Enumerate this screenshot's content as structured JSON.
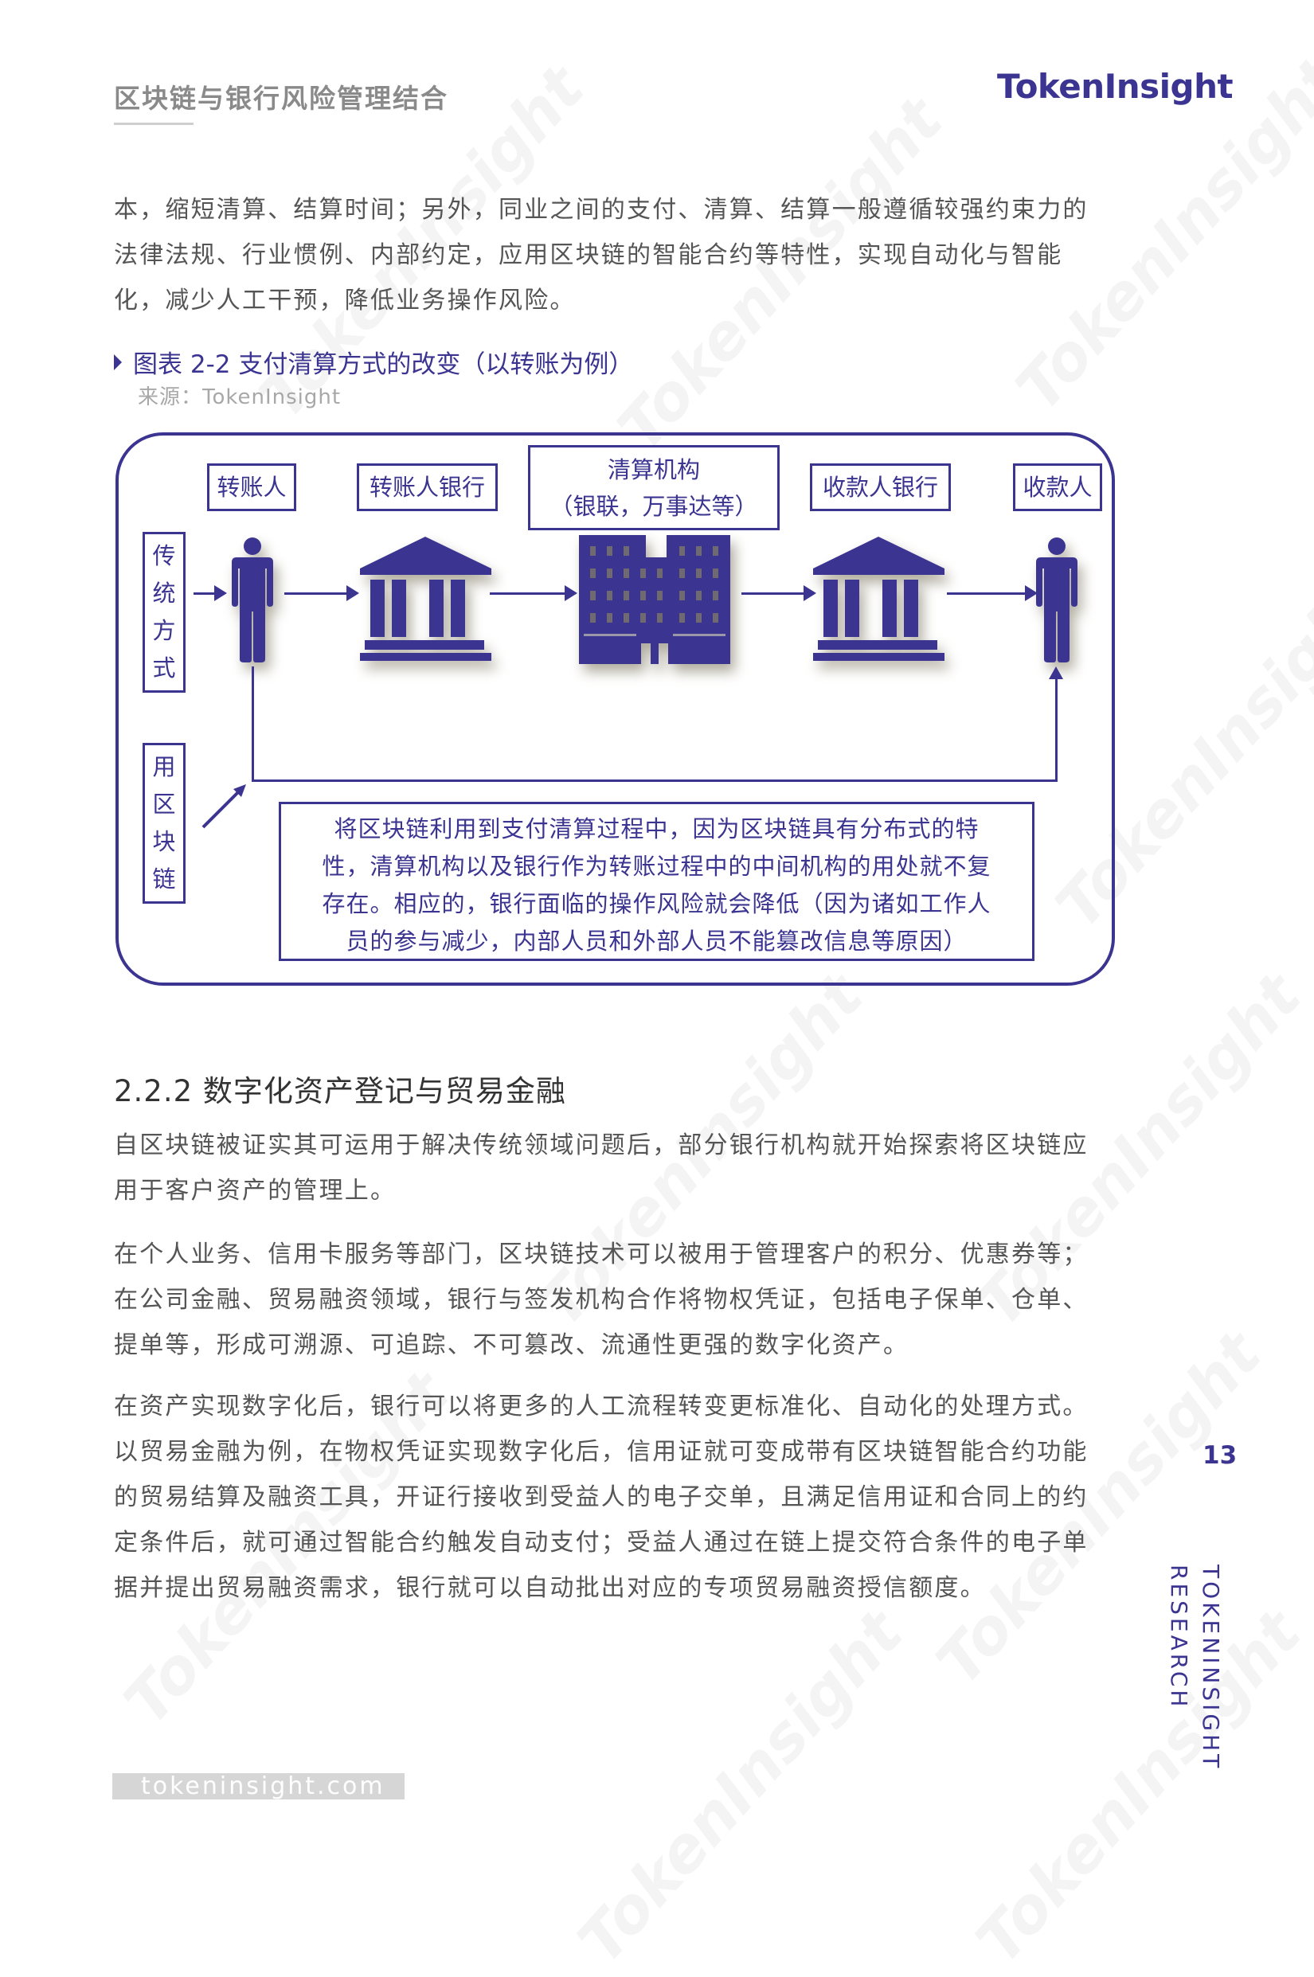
{
  "header": {
    "title": "区块链与银行风险管理结合",
    "logo": "TokenInsight"
  },
  "intro_paragraph": {
    "lines": [
      "本，缩短清算、结算时间；另外，同业之间的支付、清算、结算一般遵循较强约束力的",
      "法律法规、行业惯例、内部约定，应用区块链的智能合约等特性，实现自动化与智能",
      "化，减少人工干预，降低业务操作风险。"
    ]
  },
  "figure": {
    "title": "图表 2-2 支付清算方式的改变（以转账为例）",
    "source": "来源：TokenInsight",
    "row_labels": {
      "traditional": [
        "传",
        "统",
        "方",
        "式"
      ],
      "blockchain": [
        "用",
        "区",
        "块",
        "链"
      ]
    },
    "nodes": [
      {
        "label": "转账人",
        "icon": "person-icon"
      },
      {
        "label": "转账人银行",
        "icon": "bank-icon"
      },
      {
        "label_line1": "清算机构",
        "label_line2": "（银联，万事达等）",
        "icon": "office-building-icon"
      },
      {
        "label": "收款人银行",
        "icon": "bank-icon"
      },
      {
        "label": "收款人",
        "icon": "person-icon"
      }
    ],
    "note_lines": [
      "将区块链利用到支付清算过程中，因为区块链具有分布式的特",
      "性，清算机构以及银行作为转账过程中的中间机构的用处就不复",
      "存在。相应的，银行面临的操作风险就会降低（因为诸如工作人",
      "员的参与减少，内部人员和外部人员不能篡改信息等原因）"
    ],
    "colors": {
      "accent": "#3b3491"
    }
  },
  "section": {
    "heading": "2.2.2 数字化资产登记与贸易金融",
    "paragraphs": [
      {
        "lines": [
          "自区块链被证实其可运用于解决传统领域问题后，部分银行机构就开始探索将区块链应",
          "用于客户资产的管理上。"
        ]
      },
      {
        "lines": [
          "在个人业务、信用卡服务等部门，区块链技术可以被用于管理客户的积分、优惠券等；",
          "在公司金融、贸易融资领域，银行与签发机构合作将物权凭证，包括电子保单、仓单、",
          "提单等，形成可溯源、可追踪、不可篡改、流通性更强的数字化资产。"
        ]
      },
      {
        "lines": [
          "在资产实现数字化后，银行可以将更多的人工流程转变更标准化、自动化的处理方式。",
          "以贸易金融为例，在物权凭证实现数字化后，信用证就可变成带有区块链智能合约功能",
          "的贸易结算及融资工具，开证行接收到受益人的电子交单，且满足信用证和合同上的约",
          "定条件后，就可通过智能合约触发自动支付；受益人通过在链上提交符合条件的电子单",
          "据并提出贸易融资需求，银行就可以自动批出对应的专项贸易融资授信额度。"
        ]
      }
    ]
  },
  "sidebar": {
    "page_number": "13",
    "brand_line1": "TOKENINSIGHT",
    "brand_line2": "RESEARCH"
  },
  "footer": {
    "url": "tokeninsight.com"
  },
  "watermark": {
    "text": "TokenInsight"
  }
}
